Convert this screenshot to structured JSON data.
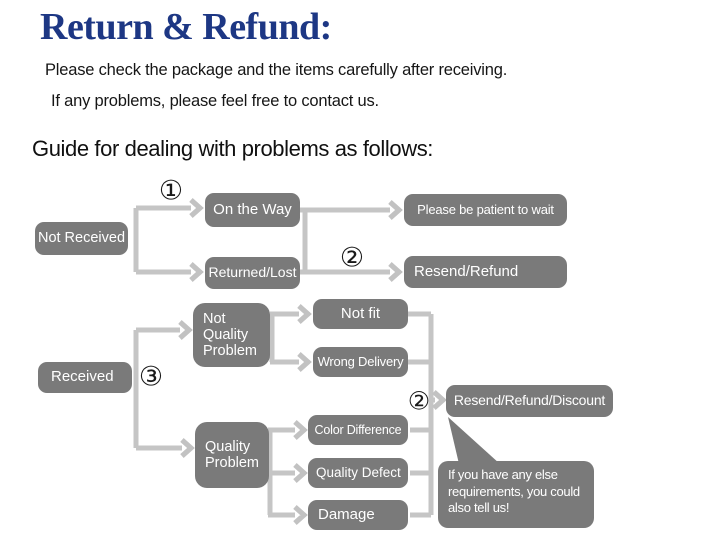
{
  "header": {
    "title": "Return & Refund:",
    "line1": "Please check the package and the items carefully after receiving.",
    "line2": "If any problems, please feel free to contact us.",
    "guide": "Guide for dealing with problems as follows:"
  },
  "colors": {
    "title_navy": "#1d3784",
    "box_gray": "#7a7a7a",
    "connector_gray": "#c5c5c5",
    "text_black": "#161616"
  },
  "flowchart": {
    "markers": {
      "step1": "①",
      "step2_top": "②",
      "step3": "③",
      "step2_bottom": "②"
    },
    "nodes": {
      "not_received": "Not Received",
      "on_the_way": "On the Way",
      "returned_lost": "Returned/Lost",
      "please_wait": "Please be patient to wait",
      "resend_refund": "Resend/Refund",
      "received": "Received",
      "not_quality_problem": "Not Quality Problem",
      "not_fit": "Not fit",
      "wrong_delivery": "Wrong Delivery",
      "quality_problem": "Quality Problem",
      "color_difference": "Color Difference",
      "quality_defect": "Quality Defect",
      "damage": "Damage",
      "resend_refund_discount": "Resend/Refund/Discount"
    },
    "bubble_lines": [
      "If you have any else",
      "requirements, you could",
      "also tell us!"
    ]
  }
}
